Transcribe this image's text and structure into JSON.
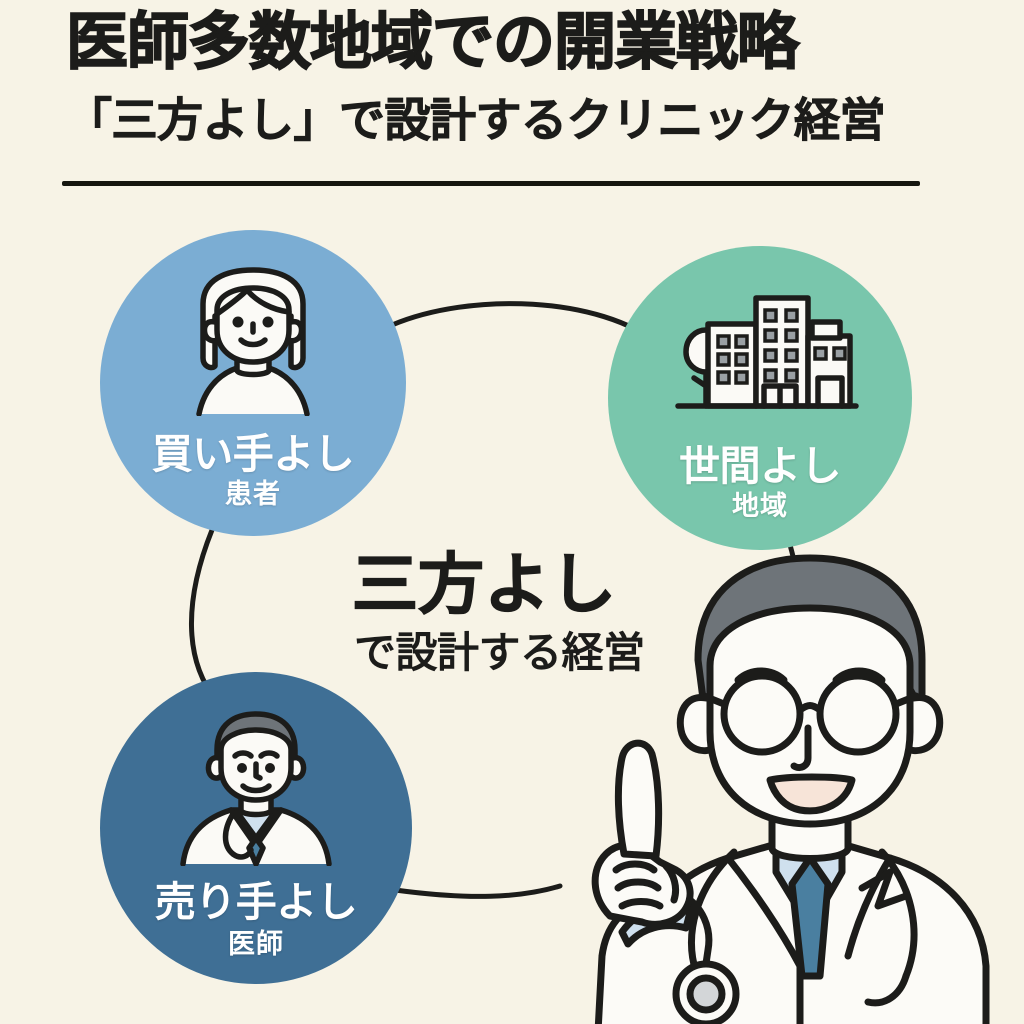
{
  "header": {
    "title": "医師多数地域での開業戦略",
    "subtitle": "「三方よし」で設計するクリニック経営"
  },
  "center": {
    "main": "三方よし",
    "sub": "で設計する経営"
  },
  "nodes": [
    {
      "id": "buyer",
      "label": "買い手よし",
      "sublabel": "患者",
      "color": "#7BADD3",
      "icon": "woman-patient-icon"
    },
    {
      "id": "public",
      "label": "世間よし",
      "sublabel": "地域",
      "color": "#79C6AC",
      "icon": "city-buildings-icon"
    },
    {
      "id": "seller",
      "label": "売り手よし",
      "sublabel": "医師",
      "color": "#3F6F95",
      "icon": "male-doctor-icon"
    }
  ],
  "illustration": {
    "name": "pointing-doctor-illustration",
    "coat_color": "#FCFBF7",
    "hair_color": "#6E7479",
    "tie_color": "#4A7FA0",
    "shirt_color": "#CFE0EE",
    "line_color": "#1C1C1A"
  },
  "palette": {
    "background": "#F7F3E6",
    "ink": "#1C1C1A",
    "divider": "#16160F",
    "connector": "#1C1C1A"
  }
}
